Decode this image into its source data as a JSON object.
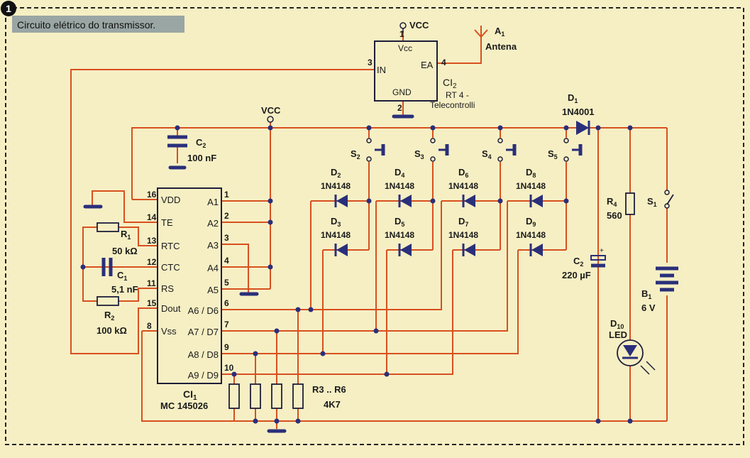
{
  "figure": {
    "number": "1",
    "caption": "Circuito elétrico do transmissor."
  },
  "vcc_label": "VCC",
  "ci2": {
    "ref_main": "CI",
    "ref_sub": "2",
    "name_line1": "RT 4 -",
    "name_line2": "Telecontrolli",
    "pin_vcc": "Vcc",
    "pin_ea": "EA",
    "pin_gnd": "GND",
    "pin_in": "IN",
    "pin1": "1",
    "pin2": "2",
    "pin3": "3",
    "pin4": "4"
  },
  "antenna": {
    "ref_main": "A",
    "ref_sub": "1",
    "label": "Antena"
  },
  "ci1": {
    "ref_main": "CI",
    "ref_sub": "1",
    "name": "MC 145026",
    "left_pins": [
      {
        "num": "16",
        "label": "VDD"
      },
      {
        "num": "14",
        "label": "TE"
      },
      {
        "num": "13",
        "label": "RTC"
      },
      {
        "num": "12",
        "label": "CTC"
      },
      {
        "num": "11",
        "label": "RS"
      },
      {
        "num": "15",
        "label": "Dout"
      },
      {
        "num": "8",
        "label": "Vss"
      }
    ],
    "right_pins": [
      {
        "num": "1",
        "label": "A1"
      },
      {
        "num": "2",
        "label": "A2"
      },
      {
        "num": "3",
        "label": "A3"
      },
      {
        "num": "4",
        "label": "A4"
      },
      {
        "num": "5",
        "label": "A5"
      },
      {
        "num": "6",
        "label": "A6 / D6"
      },
      {
        "num": "7",
        "label": "A7 / D7"
      },
      {
        "num": "9",
        "label": "A8 / D8"
      },
      {
        "num": "10",
        "label": "A9 / D9"
      }
    ]
  },
  "components": {
    "c2_top": {
      "ref_main": "C",
      "ref_sub": "2",
      "value": "100 nF"
    },
    "r1": {
      "ref_main": "R",
      "ref_sub": "1",
      "value": "50 kΩ"
    },
    "c1": {
      "ref_main": "C",
      "ref_sub": "1",
      "value": "5,1 nF"
    },
    "r2": {
      "ref_main": "R",
      "ref_sub": "2",
      "value": "100 kΩ"
    },
    "r3_r6": {
      "ref": "R3 .. R6",
      "value": "4K7"
    },
    "d1": {
      "ref_main": "D",
      "ref_sub": "1",
      "value": "1N4001"
    },
    "r4": {
      "ref_main": "R",
      "ref_sub": "4",
      "value": "560"
    },
    "s1": {
      "ref_main": "S",
      "ref_sub": "1"
    },
    "c2_elec": {
      "ref_main": "C",
      "ref_sub": "2",
      "value": "220 µF"
    },
    "b1": {
      "ref_main": "B",
      "ref_sub": "1",
      "value": "6 V"
    },
    "d10": {
      "ref_main": "D",
      "ref_sub": "10",
      "value": "LED"
    }
  },
  "switches": [
    {
      "ref_main": "S",
      "ref_sub": "2"
    },
    {
      "ref_main": "S",
      "ref_sub": "3"
    },
    {
      "ref_main": "S",
      "ref_sub": "4"
    },
    {
      "ref_main": "S",
      "ref_sub": "5"
    }
  ],
  "diodes_top": [
    {
      "ref_main": "D",
      "ref_sub": "2",
      "value": "1N4148"
    },
    {
      "ref_main": "D",
      "ref_sub": "4",
      "value": "1N4148"
    },
    {
      "ref_main": "D",
      "ref_sub": "6",
      "value": "1N4148"
    },
    {
      "ref_main": "D",
      "ref_sub": "8",
      "value": "1N4148"
    }
  ],
  "diodes_bottom": [
    {
      "ref_main": "D",
      "ref_sub": "3",
      "value": "1N4148"
    },
    {
      "ref_main": "D",
      "ref_sub": "5",
      "value": "1N4148"
    },
    {
      "ref_main": "D",
      "ref_sub": "7",
      "value": "1N4148"
    },
    {
      "ref_main": "D",
      "ref_sub": "9",
      "value": "1N4148"
    }
  ],
  "colors": {
    "background": "#f6efc4",
    "wire": "#d8501f",
    "component": "#2a2f7a",
    "caption_bg": "#9aa6a4"
  }
}
